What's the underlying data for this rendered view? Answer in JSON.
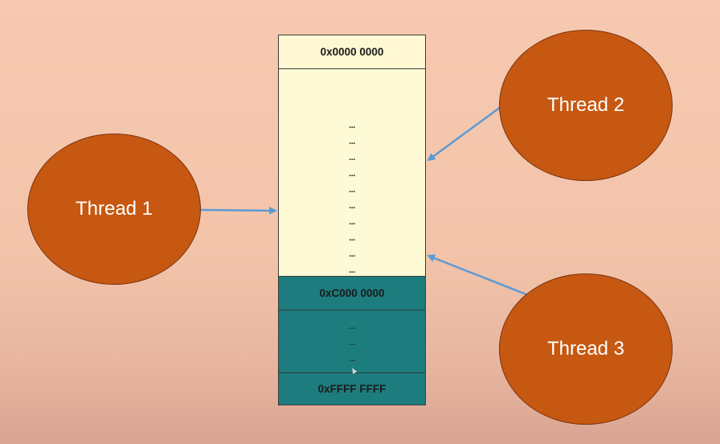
{
  "memory": {
    "top_address": "0x0000 0000",
    "mid_address": "0xC000 0000",
    "bottom_address": "0xFFFF FFFF",
    "upper_dots": [
      "...",
      "...",
      "...",
      "...",
      "...",
      "...",
      "...",
      "...",
      "...",
      "...",
      "..."
    ],
    "lower_dots": [
      "...",
      "...",
      "..."
    ]
  },
  "threads": {
    "thread1": "Thread 1",
    "thread2": "Thread 2",
    "thread3": "Thread 3"
  },
  "colors": {
    "background": "#f6c9b0",
    "thread_fill": "#c65812",
    "user_space": "#fffad6",
    "kernel_space": "#1d7c7e",
    "arrow": "#5b9bd5"
  }
}
